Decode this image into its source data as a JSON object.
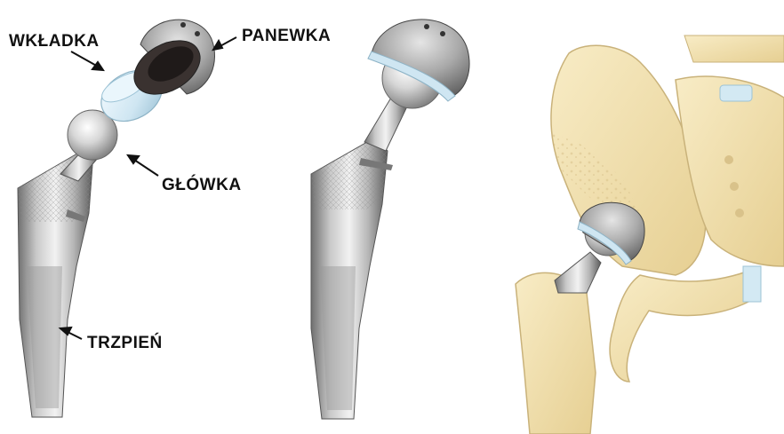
{
  "labels": {
    "liner": "WKŁADKA",
    "cup": "PANEWKA",
    "head": "GŁÓWKA",
    "stem": "TRZPIEŃ"
  },
  "colors": {
    "background": "#ffffff",
    "bone": "#f3e3b3",
    "bone_shadow": "#d9c28a",
    "metal_light": "#e8e8e8",
    "metal_dark": "#6e6e6e",
    "cup_dark": "#3a3230",
    "liner_blue": "#cfe6f2",
    "label_text": "#111111"
  }
}
